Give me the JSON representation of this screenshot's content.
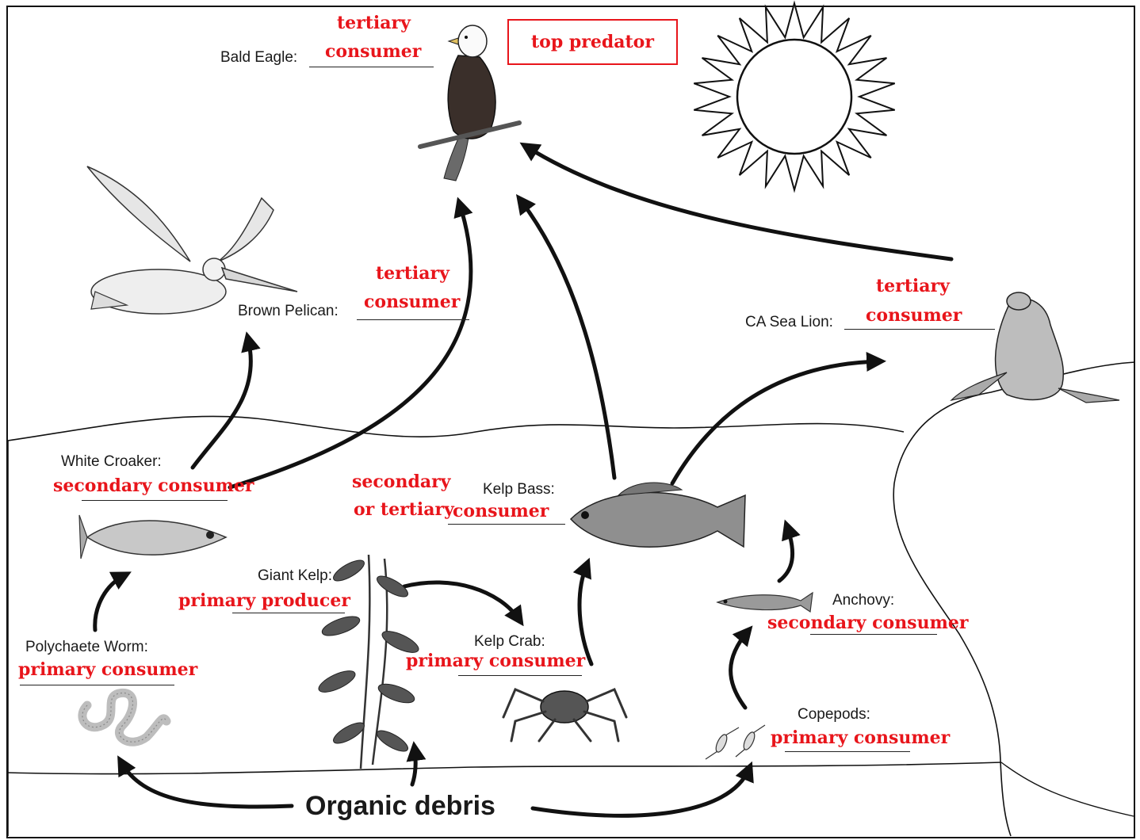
{
  "organisms": {
    "bald_eagle": {
      "label": "Bald Eagle:",
      "answer_line1": "tertiary",
      "answer_line2": "consumer",
      "note": "top predator"
    },
    "brown_pelican": {
      "label": "Brown Pelican:",
      "answer_line1": "tertiary",
      "answer_line2": "consumer"
    },
    "sea_lion": {
      "label": "CA Sea Lion:",
      "answer_line1": "tertiary",
      "answer_line2": "consumer"
    },
    "white_croaker": {
      "label": "White Croaker:",
      "answer": "secondary consumer"
    },
    "kelp_bass": {
      "label": "Kelp Bass:",
      "answer_line1": "secondary",
      "answer_line2a": "or tertiary",
      "answer_line2b": "consumer"
    },
    "giant_kelp": {
      "label": "Giant Kelp:",
      "answer": "primary producer"
    },
    "kelp_crab": {
      "label": "Kelp Crab:",
      "answer": "primary consumer"
    },
    "anchovy": {
      "label": "Anchovy:",
      "answer": "secondary consumer"
    },
    "polychaete_worm": {
      "label": "Polychaete Worm:",
      "answer": "primary consumer"
    },
    "copepods": {
      "label": "Copepods:",
      "answer": "primary consumer"
    }
  },
  "debris_label": "Organic debris",
  "colors": {
    "answer_red": "#e8151b",
    "ink": "#1a1a1a"
  }
}
